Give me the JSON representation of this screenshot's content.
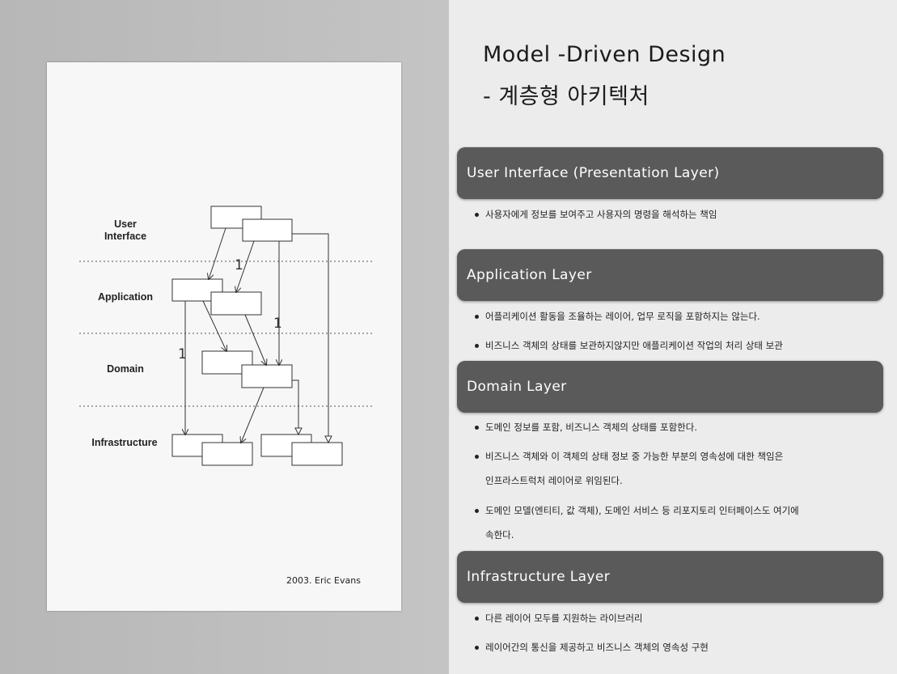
{
  "slide": {
    "title_line1": "Model -Driven Design",
    "title_line2": "- 계층형 아키텍처"
  },
  "diagram": {
    "layers": [
      "User Interface",
      "Application",
      "Domain",
      "Infrastructure"
    ],
    "multiplicity_label": "1",
    "credit": "2003. Eric Evans"
  },
  "sections": [
    {
      "header": "User Interface (Presentation Layer)",
      "bullets": [
        "사용자에게 정보를 보여주고 사용자의 명령을 해석하는 책임"
      ]
    },
    {
      "header": "Application Layer",
      "bullets": [
        "어플리케이션 활동을 조율하는 레이어, 업무 로직을 포함하지는 않는다.",
        "비즈니스 객체의 상태를 보관하지않지만 애플리케이션 작업의 처리 상태 보관"
      ]
    },
    {
      "header": "Domain Layer",
      "bullets": [
        "도메인 정보를 포함, 비즈니스 객체의 상태를 포함한다.",
        "비즈니스 객체와 이 객체의 상태 정보 중 가능한 부분의 영속성에 대한 책임은",
        "인프라스트럭처 레이어로 위임된다.",
        "도메인 모델(엔티티, 값 객체), 도메인 서비스 등 리포지토리 인터페이스도 여기에",
        "속한다."
      ]
    },
    {
      "header": "Infrastructure Layer",
      "bullets": [
        "다른 레이어 모두를 지원하는 라이브러리",
        "레이어간의 통신을 제공하고 비즈니스 객체의 영속성 구현"
      ]
    }
  ]
}
